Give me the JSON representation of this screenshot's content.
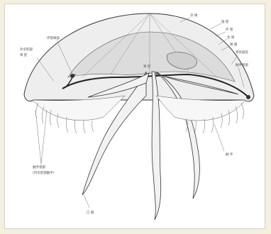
{
  "figure": {
    "colors": {
      "page_bg": "#f4efe0",
      "panel_bg": "#ffffff",
      "ink": "#444444",
      "bell_fill": "#e7e7e7"
    },
    "labels": {
      "top_right": "伞 缘",
      "right_1": "辐 管",
      "right_2": "环 管",
      "right_3": "生 殖",
      "right_4": "缘 膜",
      "right_5": "感觉器官",
      "right_6": "触手基部",
      "right_7": "触 手",
      "left_upper": "环管缘部",
      "left_upper2": "外伞腔部",
      "left_middle": "胃 腔",
      "left_lower": "触手基部",
      "left_lower2": "(内伞腔部触手)",
      "bottom_arm": "口 腕",
      "center": "胃 腔"
    }
  }
}
